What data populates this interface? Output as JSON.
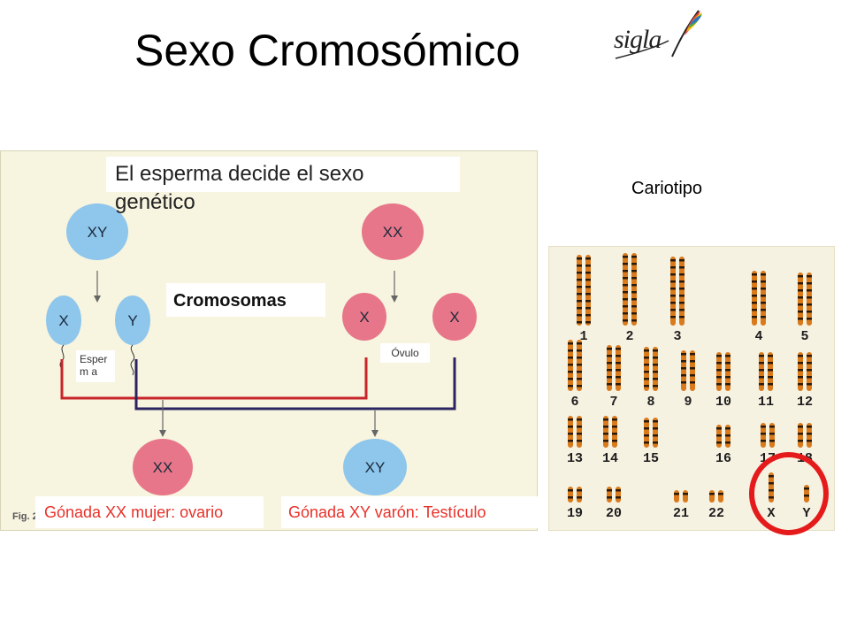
{
  "title": "Sexo Cromosómico",
  "logo": {
    "text": "sigla",
    "icon": "feather-icon"
  },
  "diagram": {
    "headline_line1": "El esperma decide el sexo",
    "headline_line2": "genético",
    "cromosomas_label": "Cromosomas",
    "esperma_label": "Esperm a",
    "ovulo_label": "Óvulo",
    "fig_label": "Fig. 2",
    "parent_male": "XY",
    "parent_female": "XX",
    "gametes": [
      "X",
      "Y",
      "X",
      "X"
    ],
    "offspring": [
      "XX",
      "XY"
    ],
    "result_female": "Gónada XX mujer: ovario",
    "result_male": "Gónada XY varón: Testículo",
    "colors": {
      "female": "#e8768a",
      "male": "#8ec6ec",
      "line_red": "#c8252a",
      "line_blue": "#2a2460",
      "result_text": "#e8312a"
    }
  },
  "karyotype": {
    "label": "Cariotipo",
    "numbers": [
      "1",
      "2",
      "3",
      "4",
      "5",
      "6",
      "7",
      "8",
      "9",
      "10",
      "11",
      "12",
      "13",
      "14",
      "15",
      "16",
      "17",
      "18",
      "19",
      "20",
      "21",
      "22",
      "X",
      "Y"
    ],
    "highlight_color": "#e51b1b"
  }
}
